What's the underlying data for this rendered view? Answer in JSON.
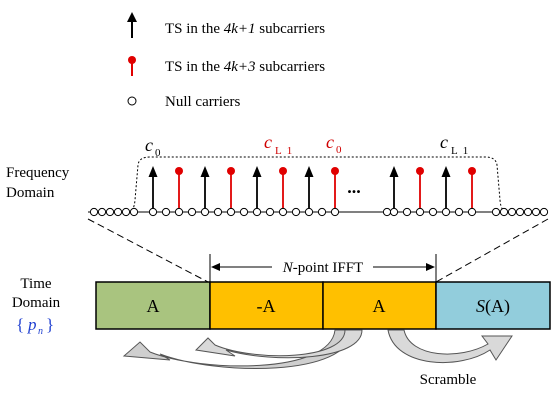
{
  "legend": [
    {
      "prefix": "TS in the ",
      "emph": "4k+1",
      "suffix": " subcarriers",
      "marker": "black-arrow"
    },
    {
      "prefix": "TS in the ",
      "emph": "4k+3",
      "suffix": " subcarriers",
      "marker": "red-pin"
    },
    {
      "prefix": "Null carriers",
      "emph": "",
      "suffix": "",
      "marker": "hollow-circle"
    }
  ],
  "frequency_domain": {
    "label_line1": "Frequency",
    "label_line2": "Domain",
    "ellipsis": "...",
    "pilot_labels": [
      {
        "letter": "c",
        "sub": "0",
        "color": "#000000"
      },
      {
        "letter": "c",
        "sub": "L  1",
        "color": "#d00000"
      },
      {
        "letter": "c",
        "sub": "0",
        "color": "#d00000"
      },
      {
        "letter": "c",
        "sub": "L  1",
        "color": "#000000"
      }
    ],
    "colors": {
      "ts_4k1": "#000000",
      "ts_4k3": "#e00000"
    }
  },
  "time_domain": {
    "label_line1": "Time",
    "label_line2": "Domain",
    "seq_brace_open": "{",
    "seq_symbol": "p",
    "seq_sub": "n",
    "seq_brace_close": "}",
    "seq_color": "#1f3fd0",
    "ifft_prefix": "",
    "ifft_italic": "N",
    "ifft_suffix": "-point IFFT",
    "blocks": [
      {
        "label": "A",
        "italic": "",
        "color": "#a9c47f"
      },
      {
        "label": "-A",
        "italic": "",
        "color": "#ffc000"
      },
      {
        "label": "A",
        "italic": "",
        "color": "#ffc000"
      },
      {
        "label": "(A)",
        "italic": "S",
        "color": "#92cddc"
      }
    ],
    "scramble_label": "Scramble"
  }
}
